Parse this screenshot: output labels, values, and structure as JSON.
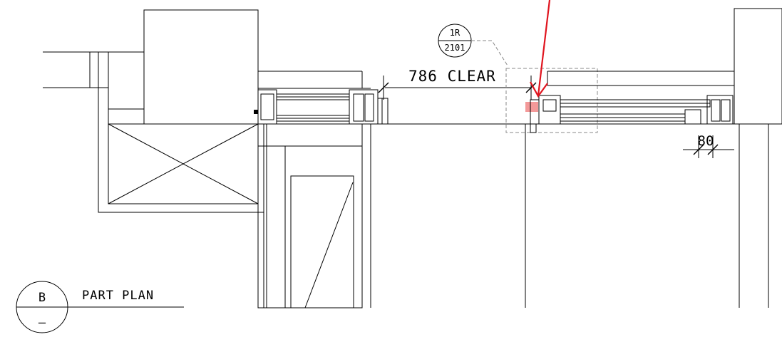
{
  "callout": {
    "detail_number": "1R",
    "sheet_number": "2101"
  },
  "dimensions": {
    "clear_opening": "786 CLEAR",
    "offset": "80"
  },
  "title": {
    "view_letter": "B",
    "sheet_ref": "–",
    "label": "PART PLAN"
  },
  "colors": {
    "linework": "#000000",
    "annotation_arrow": "#e0141e",
    "highlight": "#f08080",
    "callout_leader": "#8a8a8a"
  }
}
